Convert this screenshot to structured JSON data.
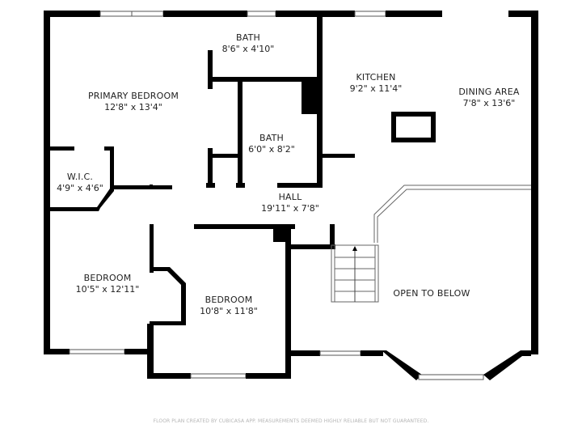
{
  "floor_plan": {
    "rooms": [
      {
        "name": "PRIMARY BEDROOM",
        "dimensions": "12'8\" x 13'4\""
      },
      {
        "name": "BATH",
        "dimensions": "8'6\" x 4'10\""
      },
      {
        "name": "BATH",
        "dimensions": "6'0\" x 8'2\""
      },
      {
        "name": "KITCHEN",
        "dimensions": "9'2\" x 11'4\""
      },
      {
        "name": "DINING AREA",
        "dimensions": "7'8\" x 13'6\""
      },
      {
        "name": "W.I.C.",
        "dimensions": "4'9\" x 4'6\""
      },
      {
        "name": "HALL",
        "dimensions": "19'11\" x 7'8\""
      },
      {
        "name": "BEDROOM",
        "dimensions": "10'5\" x 12'11\""
      },
      {
        "name": "BEDROOM",
        "dimensions": "10'8\" x 11'8\""
      },
      {
        "name": "OPEN TO BELOW",
        "dimensions": ""
      }
    ],
    "footer": "FLOOR PLAN CREATED BY CUBICASA APP. MEASUREMENTS DEEMED HIGHLY RELIABLE BUT NOT GUARANTEED."
  },
  "colors": {
    "wall": "#000000",
    "background": "#ffffff",
    "text": "#222222",
    "footer_text": "#b5b5b5"
  }
}
